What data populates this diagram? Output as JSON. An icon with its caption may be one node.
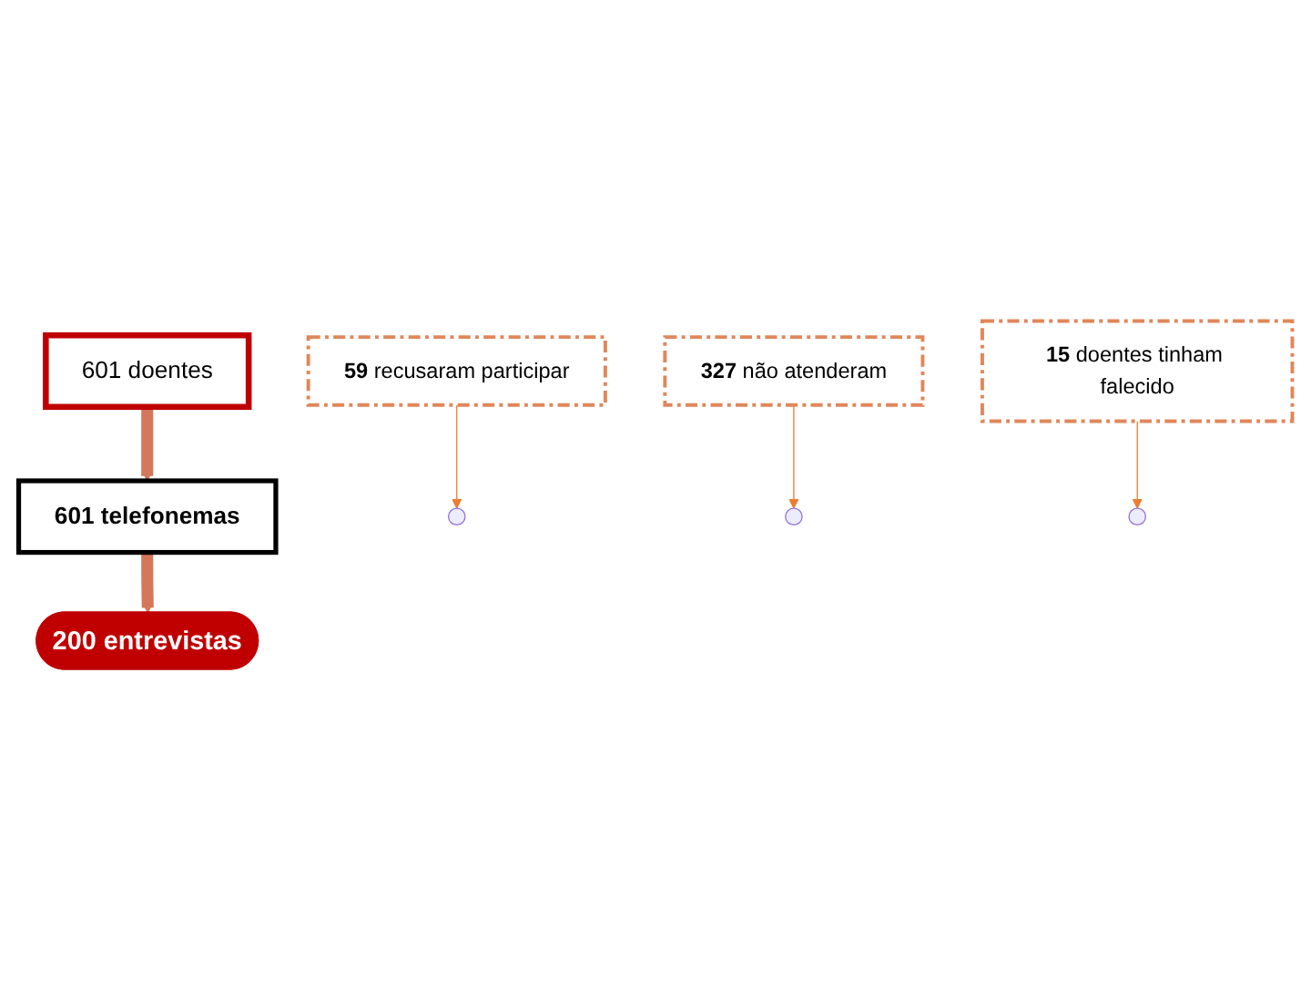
{
  "diagram": {
    "nodes": [
      {
        "text": [
          "601 doentes"
        ]
      },
      {
        "text": [
          "601 telefonemas"
        ]
      },
      {
        "text": [
          "**59** recusaram participar"
        ]
      },
      {
        "text": [
          "**327** não atenderam"
        ]
      },
      {
        "text": [
          "**15** doentes tinham falecido"
        ]
      },
      {
        "text": [
          "200 entrevistas"
        ]
      }
    ],
    "edges": [
      {
        "from": 0,
        "to": 1,
        "arrow": "to",
        "style": "thick",
        "color": "#d4775a"
      },
      {
        "from": 1,
        "to": 5,
        "arrow": "to",
        "style": "thick",
        "color": "#d4775a"
      },
      {
        "from": 2,
        "to": null,
        "arrow": "to",
        "color": "#ed7d31"
      },
      {
        "from": 3,
        "to": null,
        "arrow": "to",
        "color": "#ed7d31"
      },
      {
        "from": 4,
        "to": null,
        "arrow": "to",
        "color": "#ed7d31"
      }
    ]
  }
}
